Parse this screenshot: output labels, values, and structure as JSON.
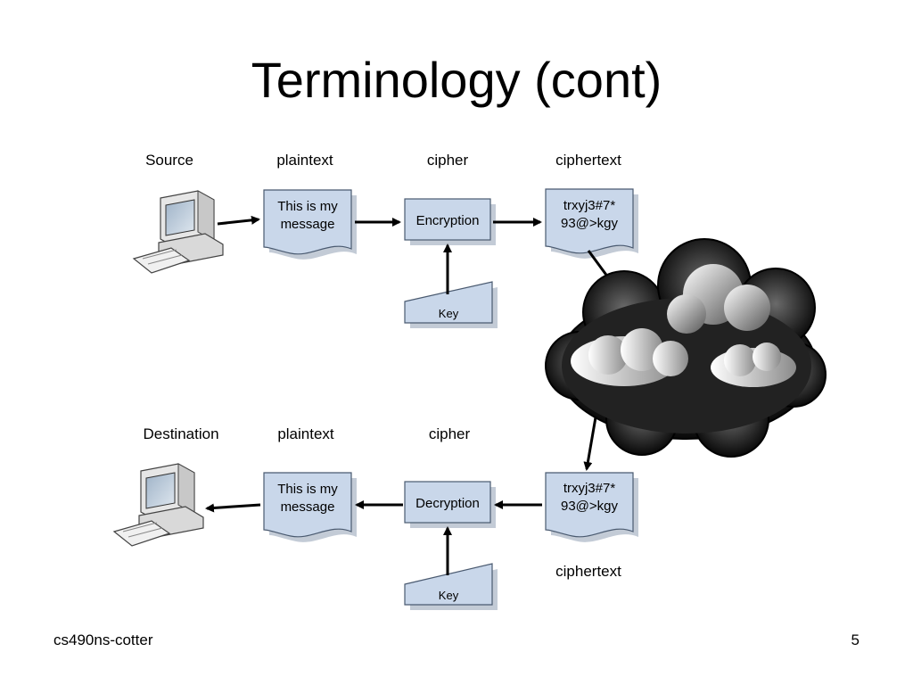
{
  "slide": {
    "title": "Terminology (cont)",
    "footer_left": "cs490ns-cotter",
    "page_number": "5"
  },
  "diagram": {
    "top_row": {
      "source_label": "Source",
      "plaintext_label": "plaintext",
      "cipher_label": "cipher",
      "ciphertext_label": "ciphertext",
      "plaintext_lines": [
        "This is my",
        "message"
      ],
      "process_label": "Encryption",
      "ciphertext_lines": [
        "trxyj3#7*",
        "93@>kgy"
      ],
      "key_label": "Key"
    },
    "bottom_row": {
      "destination_label": "Destination",
      "plaintext_label": "plaintext",
      "cipher_label": "cipher",
      "ciphertext_label": "ciphertext",
      "plaintext_lines": [
        "This is my",
        "message"
      ],
      "process_label": "Decryption",
      "ciphertext_lines": [
        "trxyj3#7*",
        "93@>kgy"
      ],
      "key_label": "Key"
    },
    "colors": {
      "box_fill": "#c9d7ea",
      "box_stroke": "#4a5a70",
      "arrow": "#000000"
    }
  }
}
